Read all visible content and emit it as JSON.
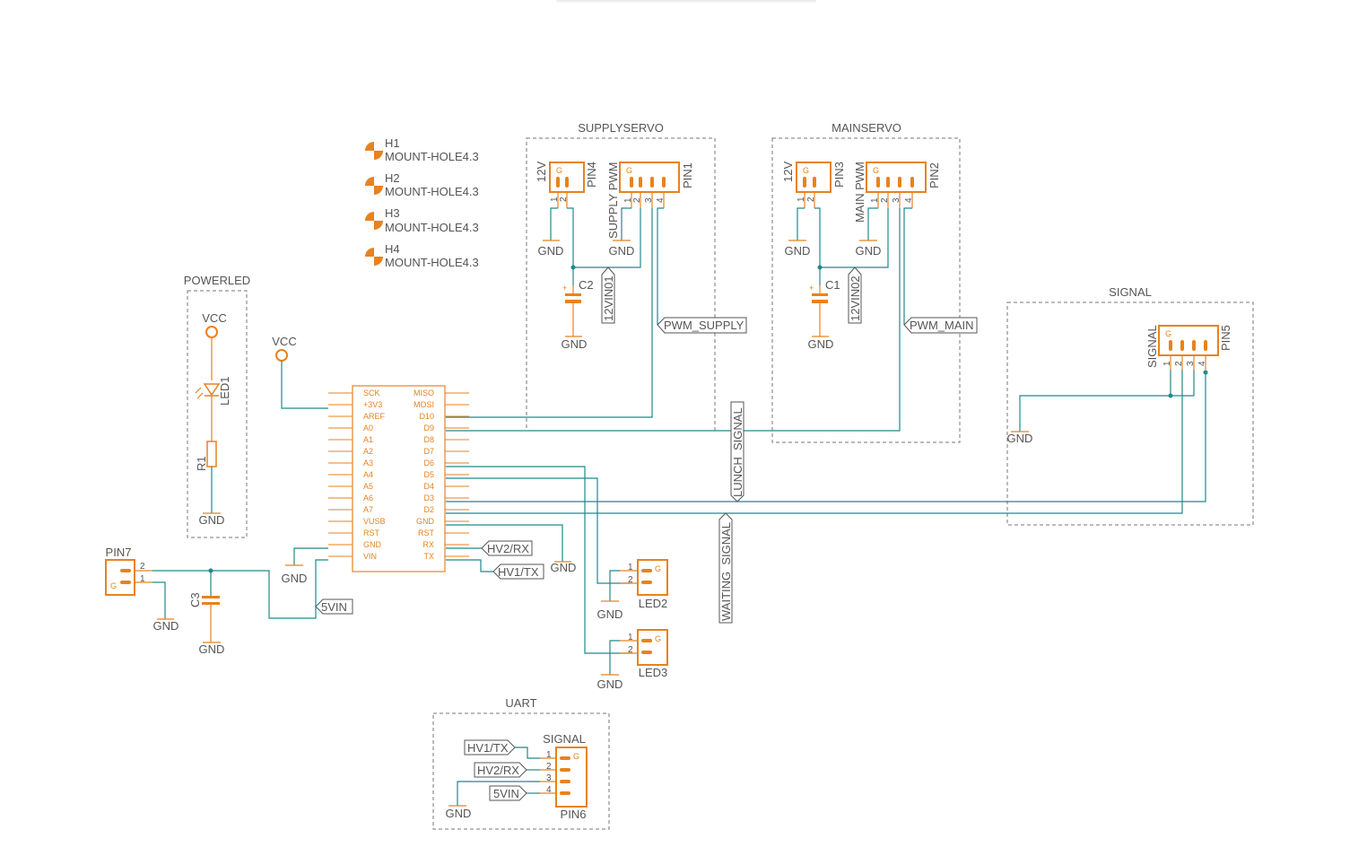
{
  "sheets": {
    "supplyservo": "SUPPLYSERVO",
    "mainservo": "MAINSERVO",
    "powerled": "POWERLED",
    "signal": "SIGNAL",
    "uart": "UART"
  },
  "mount_holes": [
    {
      "ref": "H1",
      "value": "MOUNT-HOLE4.3"
    },
    {
      "ref": "H2",
      "value": "MOUNT-HOLE4.3"
    },
    {
      "ref": "H3",
      "value": "MOUNT-HOLE4.3"
    },
    {
      "ref": "H4",
      "value": "MOUNT-HOLE4.3"
    }
  ],
  "mcu": {
    "left_pins": [
      "SCK",
      "+3V3",
      "AREF",
      "A0",
      "A1",
      "A2",
      "A3",
      "A4",
      "A5",
      "A6",
      "A7",
      "VUSB",
      "RST",
      "GND",
      "VIN"
    ],
    "right_pins": [
      "MISO",
      "MOSI",
      "D10",
      "D9",
      "D8",
      "D7",
      "D6",
      "D5",
      "D4",
      "D3",
      "D2",
      "GND",
      "RST",
      "RX",
      "TX"
    ]
  },
  "power": {
    "vcc": "VCC",
    "gnd": "GND"
  },
  "parts": {
    "pin4": "PIN4",
    "pin1": "PIN1",
    "pin3": "PIN3",
    "pin2": "PIN2",
    "pin5": "PIN5",
    "pin6": "PIN6",
    "pin7": "PIN7",
    "c1": "C1",
    "c2": "C2",
    "c3": "C3",
    "r1": "R1",
    "led1": "LED1",
    "led2": "LED2",
    "led3": "LED3"
  },
  "labels": {
    "v12": "12V",
    "supply_pwm": "SUPPLY PWM",
    "main_pwm": "MAIN PWM",
    "signal": "SIGNAL",
    "g": "G",
    "plus": "+"
  },
  "nets": {
    "v12vin01": "12VIN01",
    "v12vin02": "12VIN02",
    "pwm_supply": "PWM_SUPPLY",
    "pwm_main": "PWM_MAIN",
    "lunch_signal": "LUNCH_SIGNAL",
    "waiting_signal": "WAITING_SIGNAL",
    "hv2rx": "HV2/RX",
    "hv1tx": "HV1/TX",
    "vin5": "5VIN"
  },
  "pin_numbers": {
    "n1": "1",
    "n2": "2",
    "n3": "3",
    "n4": "4"
  },
  "colors": {
    "component": "#e8821e",
    "wire": "#1f8a8a",
    "text": "#555555",
    "sheet_border": "#777777"
  }
}
